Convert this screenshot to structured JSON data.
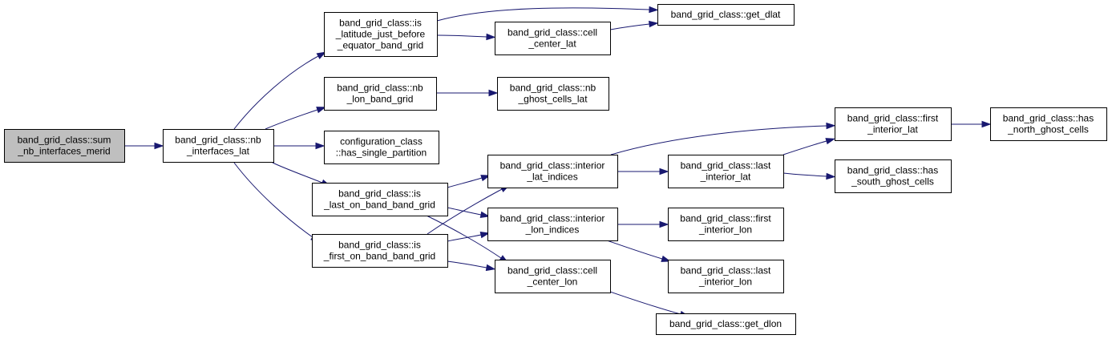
{
  "colors": {
    "edge": "#191970",
    "root_fill": "#bfbfbf",
    "node_fill": "#ffffff",
    "border": "#000000"
  },
  "nodes": [
    {
      "id": "sum_nb_interfaces_merid",
      "lines": [
        "band_grid_class::sum",
        "_nb_interfaces_merid"
      ],
      "root": true
    },
    {
      "id": "nb_interfaces_lat",
      "lines": [
        "band_grid_class::nb",
        "_interfaces_lat"
      ]
    },
    {
      "id": "is_latitude_just_before_equator_band_grid",
      "lines": [
        "band_grid_class::is",
        "_latitude_just_before",
        "_equator_band_grid"
      ]
    },
    {
      "id": "nb_lon_band_grid",
      "lines": [
        "band_grid_class::nb",
        "_lon_band_grid"
      ]
    },
    {
      "id": "has_single_partition",
      "lines": [
        "configuration_class",
        "::has_single_partition"
      ]
    },
    {
      "id": "is_last_on_band_band_grid",
      "lines": [
        "band_grid_class::is",
        "_last_on_band_band_grid"
      ]
    },
    {
      "id": "is_first_on_band_band_grid",
      "lines": [
        "band_grid_class::is",
        "_first_on_band_band_grid"
      ]
    },
    {
      "id": "get_dlat",
      "lines": [
        "band_grid_class::get_dlat"
      ]
    },
    {
      "id": "cell_center_lat",
      "lines": [
        "band_grid_class::cell",
        "_center_lat"
      ]
    },
    {
      "id": "nb_ghost_cells_lat",
      "lines": [
        "band_grid_class::nb",
        "_ghost_cells_lat"
      ]
    },
    {
      "id": "interior_lat_indices",
      "lines": [
        "band_grid_class::interior",
        "_lat_indices"
      ]
    },
    {
      "id": "interior_lon_indices",
      "lines": [
        "band_grid_class::interior",
        "_lon_indices"
      ]
    },
    {
      "id": "cell_center_lon",
      "lines": [
        "band_grid_class::cell",
        "_center_lon"
      ]
    },
    {
      "id": "last_interior_lat",
      "lines": [
        "band_grid_class::last",
        "_interior_lat"
      ]
    },
    {
      "id": "first_interior_lon",
      "lines": [
        "band_grid_class::first",
        "_interior_lon"
      ]
    },
    {
      "id": "last_interior_lon",
      "lines": [
        "band_grid_class::last",
        "_interior_lon"
      ]
    },
    {
      "id": "get_dlon",
      "lines": [
        "band_grid_class::get_dlon"
      ]
    },
    {
      "id": "first_interior_lat",
      "lines": [
        "band_grid_class::first",
        "_interior_lat"
      ]
    },
    {
      "id": "has_south_ghost_cells",
      "lines": [
        "band_grid_class::has",
        "_south_ghost_cells"
      ]
    },
    {
      "id": "has_north_ghost_cells",
      "lines": [
        "band_grid_class::has",
        "_north_ghost_cells"
      ]
    }
  ],
  "edges": [
    [
      "sum_nb_interfaces_merid",
      "nb_interfaces_lat"
    ],
    [
      "nb_interfaces_lat",
      "is_latitude_just_before_equator_band_grid"
    ],
    [
      "nb_interfaces_lat",
      "nb_lon_band_grid"
    ],
    [
      "nb_interfaces_lat",
      "has_single_partition"
    ],
    [
      "nb_interfaces_lat",
      "is_last_on_band_band_grid"
    ],
    [
      "nb_interfaces_lat",
      "is_first_on_band_band_grid"
    ],
    [
      "is_latitude_just_before_equator_band_grid",
      "get_dlat"
    ],
    [
      "is_latitude_just_before_equator_band_grid",
      "cell_center_lat"
    ],
    [
      "cell_center_lat",
      "get_dlat"
    ],
    [
      "nb_lon_band_grid",
      "nb_ghost_cells_lat"
    ],
    [
      "is_last_on_band_band_grid",
      "interior_lat_indices"
    ],
    [
      "is_last_on_band_band_grid",
      "interior_lon_indices"
    ],
    [
      "is_last_on_band_band_grid",
      "cell_center_lon"
    ],
    [
      "is_first_on_band_band_grid",
      "interior_lat_indices"
    ],
    [
      "is_first_on_band_band_grid",
      "interior_lon_indices"
    ],
    [
      "is_first_on_band_band_grid",
      "cell_center_lon"
    ],
    [
      "interior_lat_indices",
      "first_interior_lat"
    ],
    [
      "interior_lat_indices",
      "last_interior_lat"
    ],
    [
      "last_interior_lat",
      "first_interior_lat"
    ],
    [
      "last_interior_lat",
      "has_south_ghost_cells"
    ],
    [
      "first_interior_lat",
      "has_north_ghost_cells"
    ],
    [
      "interior_lon_indices",
      "first_interior_lon"
    ],
    [
      "interior_lon_indices",
      "last_interior_lon"
    ],
    [
      "cell_center_lon",
      "get_dlon"
    ]
  ]
}
